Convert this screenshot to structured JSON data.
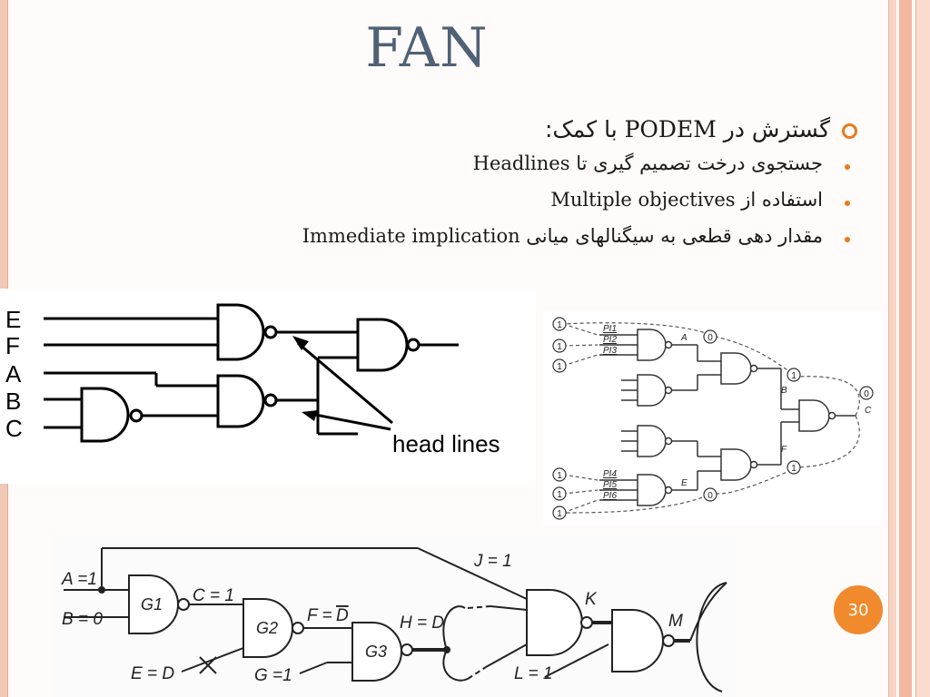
{
  "title": "FAN",
  "main_bullet": {
    "prefix": "گسترش در ",
    "latin": "PODEM",
    "suffix": " با کمک:"
  },
  "sub_bullets": [
    {
      "fa": "جستجوی درخت تصمیم گیری تا ",
      "latin": "Headlines"
    },
    {
      "fa": "استفاده از ",
      "latin": "Multiple objectives"
    },
    {
      "fa": "مقدار دهی قطعی به سیگنالهای میانی ",
      "latin": "Immediate implication"
    }
  ],
  "figure1": {
    "inputs": [
      "E",
      "F",
      "A",
      "B",
      "C"
    ],
    "annotation": "head lines"
  },
  "figure2": {
    "pi_labels": [
      "PI1",
      "PI2",
      "PI3",
      "PI4",
      "PI5",
      "PI6"
    ],
    "node_labels": [
      "A",
      "B",
      "C",
      "E",
      "F"
    ],
    "values": [
      "1",
      "1",
      "1",
      "0",
      "1",
      "0",
      "1",
      "1",
      "1",
      "0"
    ]
  },
  "figure3": {
    "labels": {
      "a": "A =1",
      "b": "B = 0",
      "c": "C = 1",
      "e": "E = D",
      "f": "F = ",
      "f_bar": "D",
      "g": "G =1",
      "h": "H = D",
      "j": "J = 1",
      "k": "K",
      "l": "L = 1",
      "m": "M"
    },
    "gates": [
      "G1",
      "G2",
      "G3"
    ]
  },
  "page_number": "30"
}
